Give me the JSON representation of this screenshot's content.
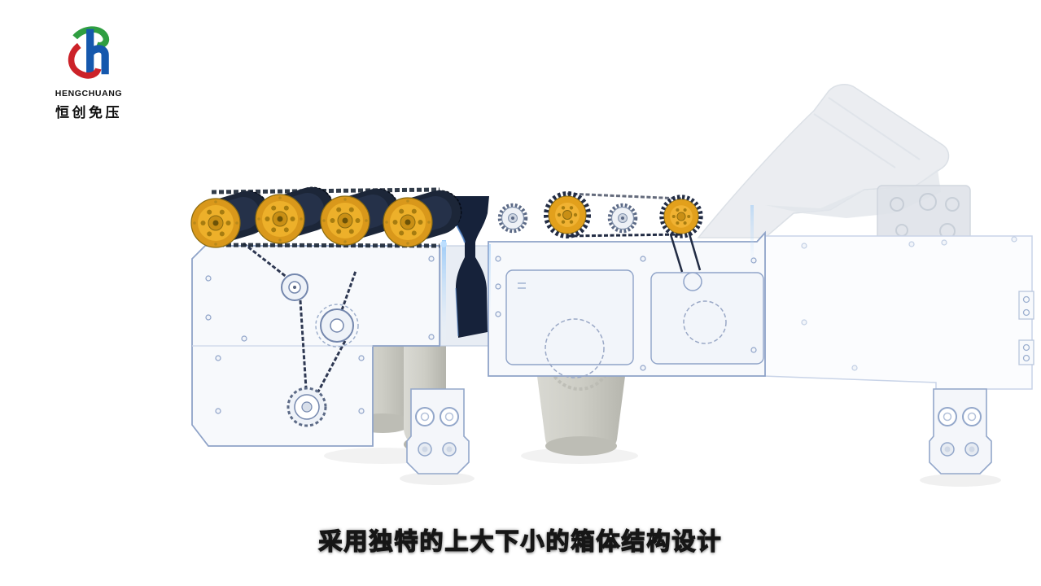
{
  "logo": {
    "brand_en": "HENGCHUANG",
    "brand_cn": "恒创免压",
    "colors": {
      "blue": "#1558ad",
      "green": "#2f9e41",
      "red": "#cc2229"
    }
  },
  "subtitle": {
    "text": "采用独特的上大下小的箱体结构设计",
    "color": "#ffffff",
    "outline": "#161616"
  },
  "machine": {
    "colors": {
      "outline_blue": "#8fa3c8",
      "body_white": "#f7f9fc",
      "gear_yellow": "#e8a31d",
      "roller_dark": "#1c2638",
      "motor_gray": "#cbcbc5",
      "ghost_gray": "#e9ecf0",
      "glow_blue": "#7ab8f5",
      "funnel_navy": "#16223a"
    }
  }
}
